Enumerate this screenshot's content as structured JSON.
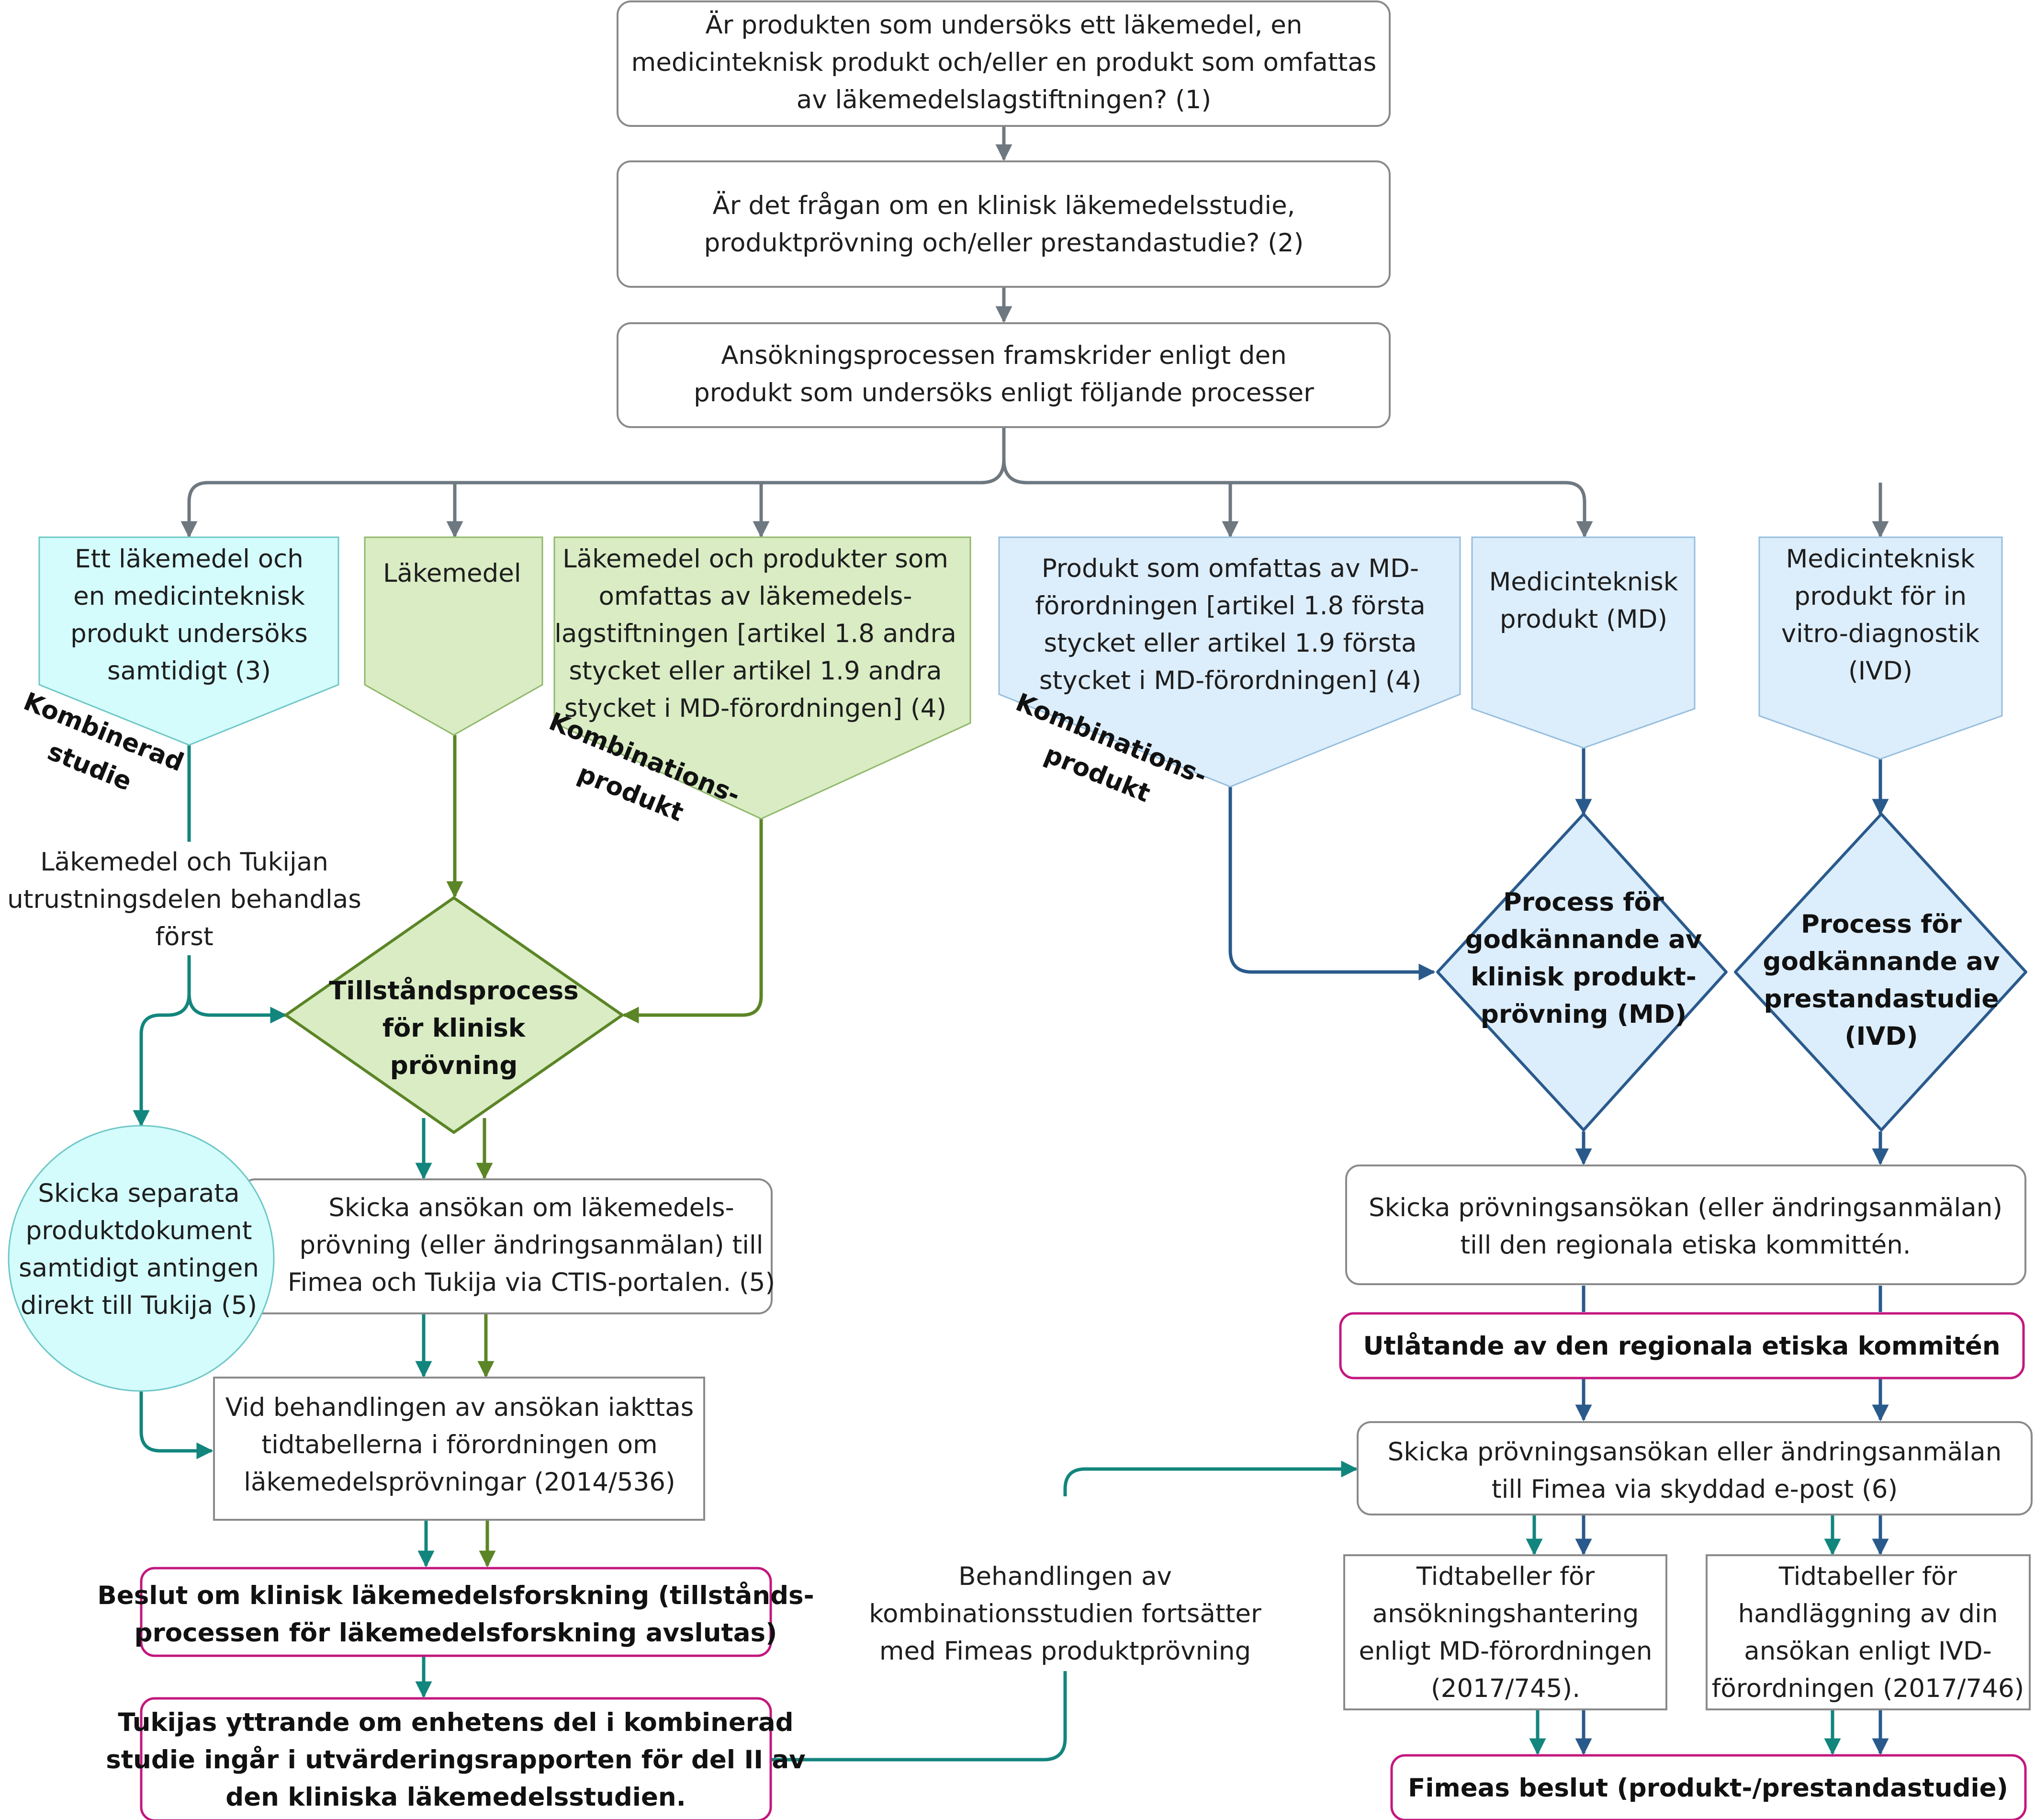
{
  "colors": {
    "gray": "#6e7880",
    "teal": "#12857d",
    "olive": "#5b8526",
    "navy": "#2a5a8c",
    "magenta": "#c3177e",
    "cyan_fill": "#d4fcfc",
    "green_fill": "#d9ecc3",
    "blue_fill": "#dcedfb"
  },
  "top": {
    "q1": [
      "Är produkten som undersöks ett läkemedel, en",
      "medicinteknisk produkt och/eller en produkt som omfattas",
      "av läkemedelslagstiftningen? (1)"
    ],
    "q2": [
      "Är det frågan om en klinisk läkemedelsstudie,",
      "produktprövning och/eller prestandastudie? (2)"
    ],
    "q3": [
      "Ansökningsprocessen framskrider enligt den",
      "produkt som undersöks enligt följande processer"
    ]
  },
  "categories": {
    "combined": [
      "Ett läkemedel och",
      "en medicinteknisk",
      "produkt undersöks",
      "samtidigt (3)"
    ],
    "medicine": [
      "Läkemedel"
    ],
    "combo_medicine": [
      "Läkemedel och produkter som",
      "omfattas av läkemedels-",
      "lagstiftningen [artikel 1.8 andra",
      "stycket eller artikel 1.9 andra",
      "stycket i MD-förordningen] (4)"
    ],
    "combo_md": [
      "Produkt som omfattas av MD-",
      "förordningen [artikel 1.8 första",
      "stycket eller artikel 1.9 första",
      "stycket i MD-förordningen] (4)"
    ],
    "md": [
      "Medicinteknisk",
      "produkt (MD)"
    ],
    "ivd": [
      "Medicinteknisk",
      "produkt för in",
      "vitro-diagnostik",
      "(IVD)"
    ]
  },
  "labels": {
    "kombinerad": [
      "Kombinerad",
      "studie"
    ],
    "kombination_left": [
      "Kombinations-",
      "produkt"
    ],
    "kombination_right": [
      "Kombinations-",
      "produkt"
    ],
    "first_handled": [
      "Läkemedel och Tukijan",
      "utrustningsdelen behandlas",
      "först"
    ],
    "continues": [
      "Behandlingen av",
      "kombinationsstudien fortsätter",
      "med Fimeas produktprövning"
    ]
  },
  "decisions": {
    "clinical": [
      "Tillståndsprocess",
      "för klinisk",
      "prövning"
    ],
    "md": [
      "Process för",
      "godkännande av",
      "klinisk produkt-",
      "prövning (MD)"
    ],
    "ivd": [
      "Process för",
      "godkännande av",
      "prestandastudie",
      "(IVD)"
    ]
  },
  "left_flow": {
    "separate_docs": [
      "Skicka separata",
      "produktdokument",
      "samtidigt antingen",
      "direkt till Tukija (5)"
    ],
    "ctis": [
      "Skicka ansökan om läkemedels-",
      "prövning (eller ändringsanmälan) till",
      "Fimea och Tukija via CTIS-portalen. (5)"
    ],
    "timetables": [
      "Vid behandlingen av ansökan iakttas",
      "tidtabellerna i förordningen om",
      "läkemedelsprövningar (2014/536)"
    ],
    "decision": [
      "Beslut om klinisk läkemedelsforskning (tillstånds-",
      "processen för läkemedelsforskning avslutas)"
    ],
    "tukija": [
      "Tukijas yttrande om enhetens del i kombinerad",
      "studie ingår i utvärderingsrapporten för del II av",
      "den kliniska läkemedelsstudien."
    ]
  },
  "right_flow": {
    "ethics_app": [
      "Skicka prövningsansökan (eller ändringsanmälan)",
      "till den regionala etiska kommittén."
    ],
    "ethics_opinion": [
      "Utlåtande av den regionala etiska kommitén"
    ],
    "fimea_app": [
      "Skicka prövningsansökan eller ändringsanmälan",
      "till Fimea via skyddad e-post (6)"
    ],
    "md_timetable": [
      "Tidtabeller för",
      "ansökningshantering",
      "enligt MD-förordningen",
      "(2017/745)."
    ],
    "ivd_timetable": [
      "Tidtabeller för",
      "handläggning av din",
      "ansökan enligt IVD-",
      "förordningen (2017/746)"
    ],
    "final": [
      "Fimeas beslut (produkt-/prestandastudie)"
    ]
  }
}
